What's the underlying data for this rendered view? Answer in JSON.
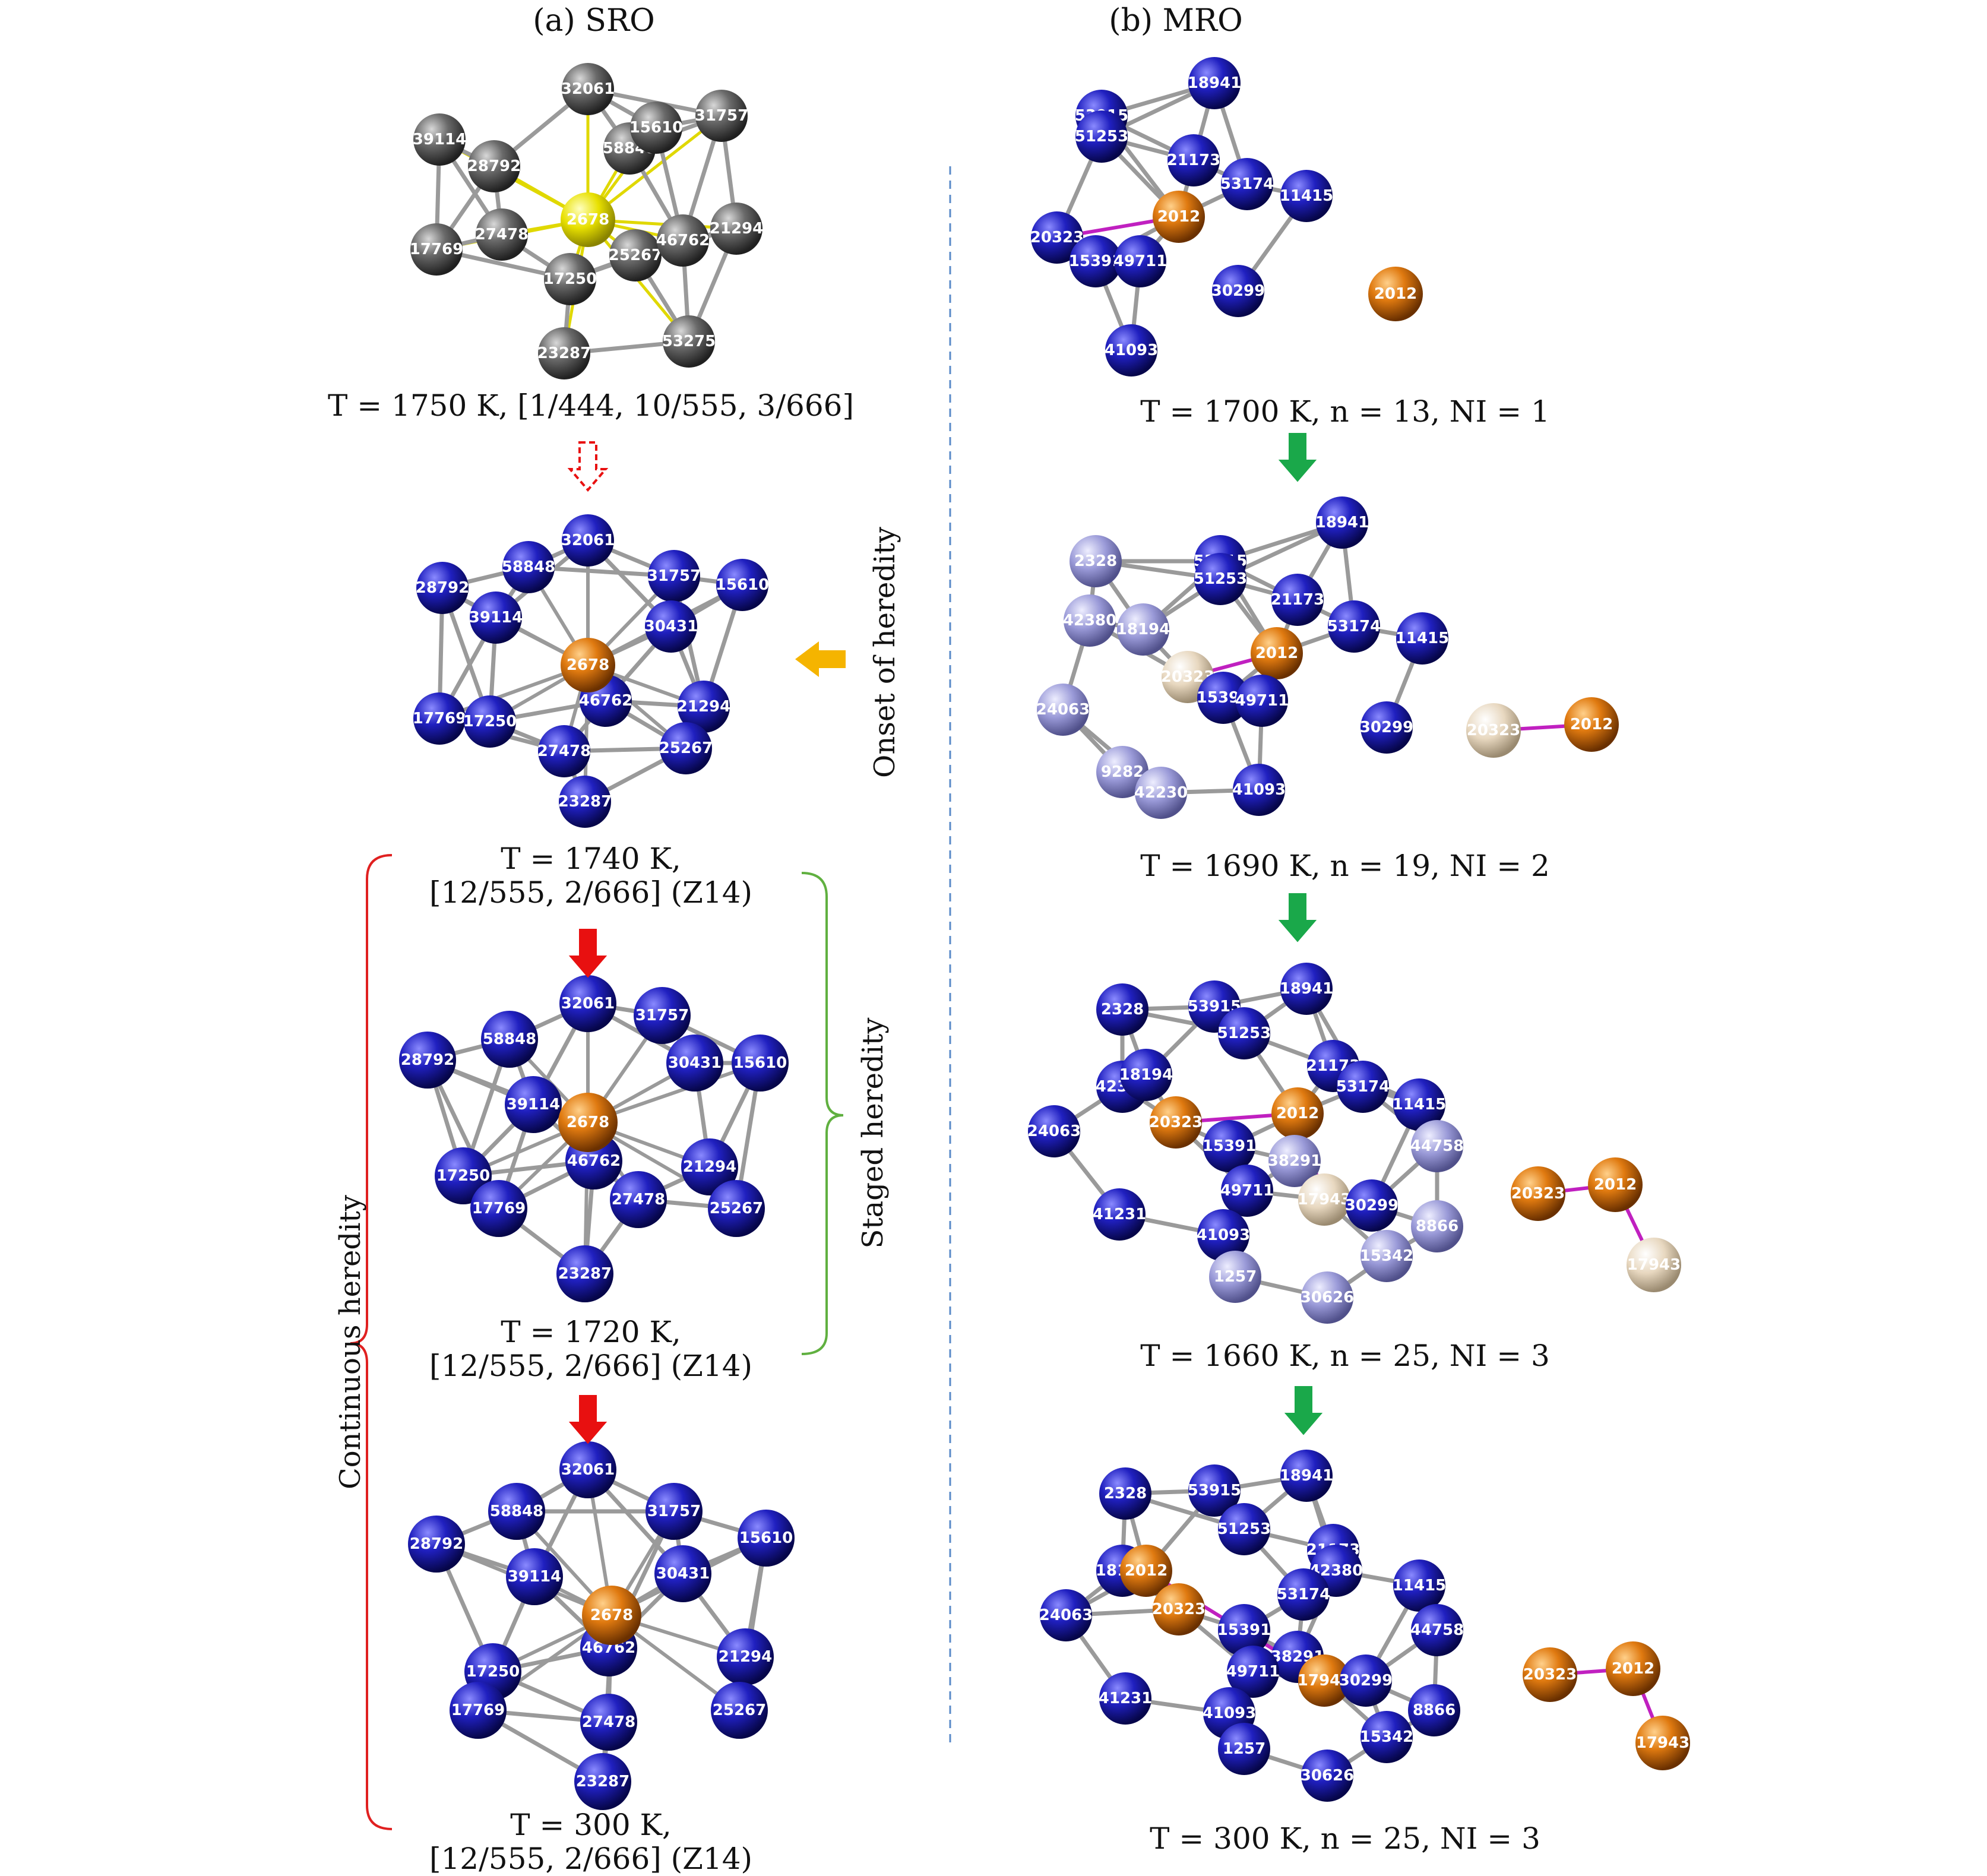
{
  "panel_a_title": "(a) SRO",
  "panel_b_title": "(b) MRO",
  "colors": {
    "blue_atom": "#1a1aa8",
    "grey_atom": "#5a5a5a",
    "orange_atom": "#d9770f",
    "yellow_atom": "#e8e000",
    "pale_atom": "#9a9ad8",
    "cream_atom": "#e8d8c0",
    "bond": "#9a9a9a",
    "magenta_bond": "#c020c0",
    "red_arrow": "#e81010",
    "green_arrow": "#1aa84a",
    "orange_arrow": "#f5b400",
    "red_bracket": "#e02020",
    "green_bracket": "#60b040",
    "divider": "#5a8ac8"
  },
  "sro": {
    "captions": [
      {
        "line1": "T = 1750 K, [1/444, 10/555, 3/666]",
        "line2": ""
      },
      {
        "line1": "T = 1740 K,",
        "line2": "[12/555, 2/666] (Z14)"
      },
      {
        "line1": "T = 1720 K,",
        "line2": "[12/555, 2/666] (Z14)"
      },
      {
        "line1": "T = 300 K,",
        "line2": "[12/555, 2/666] (Z14)"
      }
    ],
    "clusters": [
      {
        "center": "2678",
        "atoms": [
          "32061",
          "39114",
          "28792",
          "58848",
          "15610",
          "31757",
          "17769",
          "27478",
          "17250",
          "25267",
          "46762",
          "21294",
          "23287",
          "53275"
        ]
      },
      {
        "center": "2678",
        "atoms": [
          "32061",
          "58848",
          "31757",
          "15610",
          "28792",
          "39114",
          "30431",
          "17769",
          "17250",
          "46762",
          "21294",
          "27478",
          "25267",
          "23287"
        ]
      },
      {
        "center": "2678",
        "atoms": [
          "32061",
          "58848",
          "31757",
          "28792",
          "30431",
          "15610",
          "39114",
          "17250",
          "46762",
          "21294",
          "17769",
          "27478",
          "25267",
          "23287"
        ]
      },
      {
        "center": "2678",
        "atoms": [
          "32061",
          "58848",
          "31757",
          "28792",
          "15610",
          "39114",
          "30431",
          "17250",
          "46762",
          "21294",
          "17769",
          "27478",
          "25267",
          "23287"
        ]
      }
    ]
  },
  "mro": {
    "captions": [
      "T = 1700 K, n = 13, NI = 1",
      "T = 1690 K, n = 19, NI = 2",
      "T = 1660 K, n = 25, NI = 3",
      "T = 300 K, n = 25, NI = 3"
    ],
    "clusters": [
      {
        "atoms": [
          "18941",
          "53915",
          "51253",
          "21173",
          "2012",
          "53174",
          "11415",
          "20323",
          "15391",
          "49711",
          "30299",
          "41093"
        ],
        "side": [
          "2012"
        ]
      },
      {
        "atoms": [
          "18941",
          "2328",
          "53915",
          "51253",
          "21173",
          "42380",
          "18194",
          "2012",
          "53174",
          "11415",
          "20323",
          "15391",
          "49711",
          "24063",
          "30299",
          "9282",
          "42230",
          "41093"
        ],
        "side": [
          "20323",
          "2012"
        ]
      },
      {
        "atoms": [
          "2328",
          "53915",
          "18941",
          "51253",
          "21173",
          "42380",
          "18194",
          "53174",
          "2012",
          "11415",
          "20323",
          "15391",
          "24063",
          "38291",
          "44758",
          "49711",
          "17943",
          "30299",
          "41231",
          "41093",
          "8866",
          "15342",
          "1257",
          "30626"
        ],
        "side": [
          "20323",
          "2012",
          "17943"
        ]
      },
      {
        "atoms": [
          "2328",
          "53915",
          "18941",
          "51253",
          "21173",
          "42380",
          "18194",
          "2012",
          "53174",
          "11415",
          "24063",
          "20323",
          "15391",
          "44758",
          "38291",
          "49711",
          "17943",
          "30299",
          "41231",
          "41093",
          "8866",
          "15342",
          "1257",
          "30626"
        ],
        "side": [
          "20323",
          "2012",
          "17943"
        ]
      }
    ]
  },
  "labels": {
    "onset": "Onset of heredity",
    "staged": "Staged heredity",
    "continuous": "Continuous heredity"
  }
}
